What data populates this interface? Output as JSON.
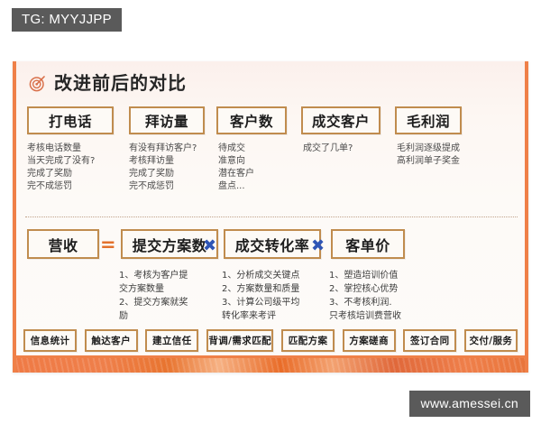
{
  "watermarks": {
    "top_left": "TG: MYYJJPP",
    "bottom_right": "www.amessei.cn"
  },
  "card": {
    "title": "改进前后的对比",
    "title_icon": "bullseye-target-icon",
    "accent_border": "#c08c4e",
    "accent_band": "#ef7a45",
    "equals_color": "#e3712c",
    "times_color": "#2f55b5"
  },
  "row1": {
    "columns": [
      {
        "heading": "打电话",
        "body": "考核电话数量\n当天完成了没有?\n完成了奖励\n完不成惩罚"
      },
      {
        "heading": "拜访量",
        "body": "有没有拜访客户?\n考核拜访量\n完成了奖励\n完不成惩罚"
      },
      {
        "heading": "客户数",
        "body": "待成交\n准意向\n潜在客户\n盘点..."
      },
      {
        "heading": "成交客户",
        "body": "成交了几单?"
      },
      {
        "heading": "毛利润",
        "body": "毛利润逐级提成\n高利润单子奖金"
      }
    ]
  },
  "row2": {
    "operators": {
      "equals": "=",
      "times_1": "✖",
      "times_2": "✖"
    },
    "items": [
      {
        "heading": "营收",
        "body": ""
      },
      {
        "heading": "提交方案数",
        "body": "1、考核为客户提\n交方案数量\n2、提交方案就奖\n励"
      },
      {
        "heading": "成交转化率",
        "body": "1、分析成交关键点\n2、方案数量和质量\n3、计算公司级平均\n转化率来考评"
      },
      {
        "heading": "客单价",
        "body": "1、塑造培训价值\n2、掌控核心优势\n3、不考核利润.\n只考核培训费营收"
      }
    ]
  },
  "row3": {
    "chips": [
      "信息统计",
      "触达客户",
      "建立信任",
      "背调/需求匹配",
      "匹配方案",
      "方案磋商",
      "签订合同",
      "交付/服务"
    ]
  }
}
